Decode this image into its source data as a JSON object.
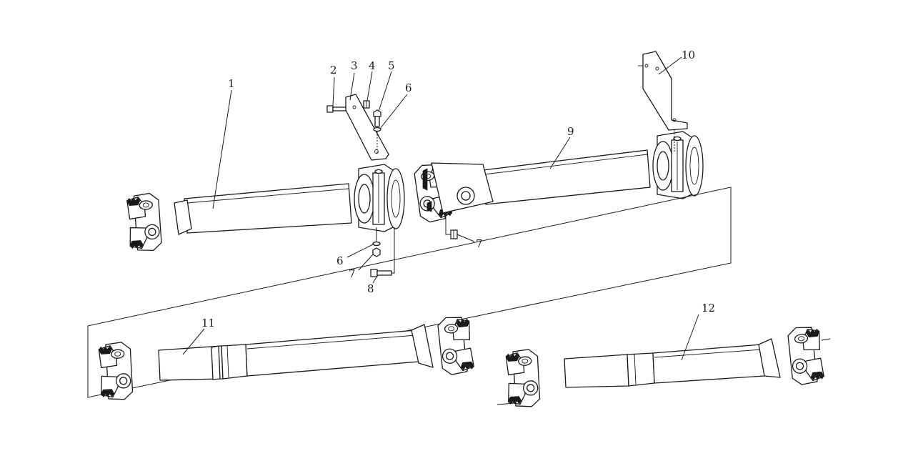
{
  "diagram": {
    "callouts": [
      {
        "id": "c1",
        "text": "1"
      },
      {
        "id": "c2",
        "text": "2"
      },
      {
        "id": "c3",
        "text": "3"
      },
      {
        "id": "c4",
        "text": "4"
      },
      {
        "id": "c5",
        "text": "5"
      },
      {
        "id": "c6a",
        "text": "6"
      },
      {
        "id": "c6b",
        "text": "6"
      },
      {
        "id": "c7a",
        "text": "7"
      },
      {
        "id": "c7b",
        "text": "7"
      },
      {
        "id": "c8",
        "text": "8"
      },
      {
        "id": "c9",
        "text": "9"
      },
      {
        "id": "c10",
        "text": "10"
      },
      {
        "id": "c11",
        "text": "11"
      },
      {
        "id": "c12",
        "text": "12"
      }
    ]
  }
}
